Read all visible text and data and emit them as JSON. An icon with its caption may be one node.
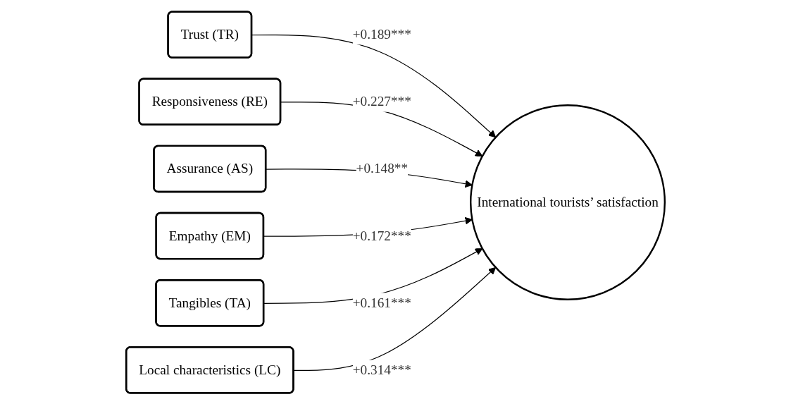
{
  "diagram": {
    "nodes": [
      {
        "text": [
          "Trust (TR)"
        ]
      },
      {
        "text": [
          "Responsiveness (RE)"
        ]
      },
      {
        "text": [
          "Assurance (AS)"
        ]
      },
      {
        "text": [
          "Empathy (EM)"
        ]
      },
      {
        "text": [
          "Tangibles (TA)"
        ]
      },
      {
        "text": [
          "Local characteristics (LC)"
        ]
      },
      {
        "text": [
          "International tourists’ satisfaction"
        ]
      }
    ],
    "edges": [
      {
        "from": 0,
        "to": 6,
        "arrow": "to",
        "label": "+0.189***"
      },
      {
        "from": 1,
        "to": 6,
        "arrow": "to",
        "label": "+0.227***"
      },
      {
        "from": 2,
        "to": 6,
        "arrow": "to",
        "label": "+0.148**"
      },
      {
        "from": 3,
        "to": 6,
        "arrow": "to",
        "label": "+0.172***"
      },
      {
        "from": 4,
        "to": 6,
        "arrow": "to",
        "label": "+0.161***"
      },
      {
        "from": 5,
        "to": 6,
        "arrow": "to",
        "label": "+0.314***"
      }
    ]
  }
}
